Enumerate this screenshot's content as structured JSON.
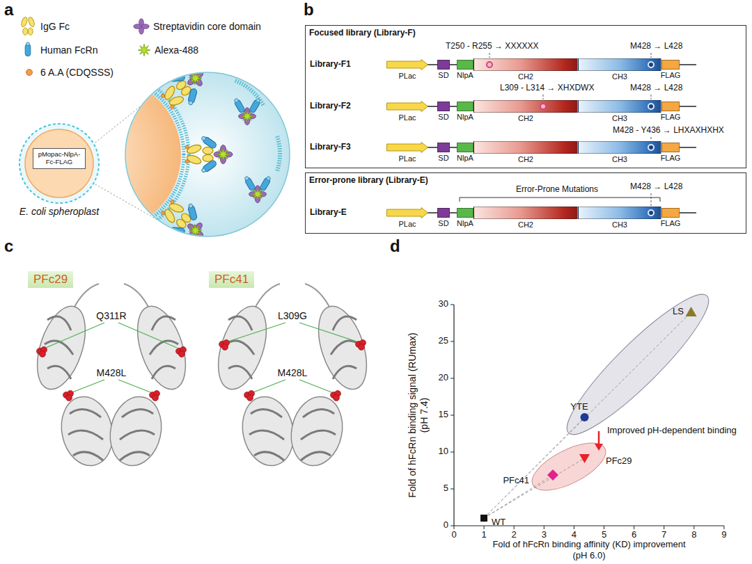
{
  "diagram": {
    "nodes": [
      {
        "text": [
          "E. coli spheroplast"
        ]
      },
      {
        "text": [
          "pMopac-NlpA-Fc-FLAG"
        ],
        "in": 0
      },
      {
        "text": [
          "Focused library (Library-F)"
        ]
      },
      {
        "text": [
          "PLac"
        ],
        "in": 2
      },
      {
        "text": [
          "SD"
        ],
        "in": 2
      },
      {
        "text": [
          "NlpA"
        ],
        "in": 2
      },
      {
        "text": [
          "CH2"
        ],
        "in": 2
      },
      {
        "text": [
          "CH3"
        ],
        "in": 2
      },
      {
        "text": [
          "FLAG"
        ],
        "in": 2
      },
      {
        "text": [
          "PLac"
        ],
        "in": 2
      },
      {
        "text": [
          "SD"
        ],
        "in": 2
      },
      {
        "text": [
          "NlpA"
        ],
        "in": 2
      },
      {
        "text": [
          "CH2"
        ],
        "in": 2
      },
      {
        "text": [
          "CH3"
        ],
        "in": 2
      },
      {
        "text": [
          "FLAG"
        ],
        "in": 2
      },
      {
        "text": [
          "PLac"
        ],
        "in": 2
      },
      {
        "text": [
          "SD"
        ],
        "in": 2
      },
      {
        "text": [
          "NlpA"
        ],
        "in": 2
      },
      {
        "text": [
          "CH2"
        ],
        "in": 2
      },
      {
        "text": [
          "CH3"
        ],
        "in": 2
      },
      {
        "text": [
          "FLAG"
        ],
        "in": 2
      },
      {
        "text": [
          "Error-prone library (Library-E)"
        ]
      },
      {
        "text": [
          "PLac"
        ],
        "in": 21
      },
      {
        "text": [
          "SD"
        ],
        "in": 21
      },
      {
        "text": [
          "NlpA"
        ],
        "in": 21
      },
      {
        "text": [
          "CH2"
        ],
        "in": 21
      },
      {
        "text": [
          "CH3"
        ],
        "in": 21
      },
      {
        "text": [
          "FLAG"
        ],
        "in": 21
      },
      {
        "text": [
          "PFc29"
        ]
      },
      {
        "text": [
          "PFc41"
        ]
      }
    ],
    "labels": [
      "a",
      "b",
      "Library-F1",
      "T250 - R255 → XXXXXX",
      "M428 → L428",
      "Library-F2",
      "L309 - L314 → XHXDWX",
      "M428 → L428",
      "Library-F3",
      "M428 - Y436 → LHXAXHXHX",
      "Library-E",
      "Error-Prone Mutations",
      "M428 → L428",
      "c",
      "Q311R",
      "M428L",
      "L309G",
      "M428L",
      "d",
      "0",
      "5",
      "10",
      "15",
      "20",
      "25",
      "30",
      "0",
      "1",
      "2",
      "3",
      "4",
      "5",
      "6",
      "7",
      "8",
      "9",
      "Fold of hFcRn binding signal (RUmax)",
      "(pH 7.4)",
      "Fold of hFcRn binding affinity (KD) improvement",
      "(pH 6.0)",
      "WT",
      "YTE",
      "LS",
      "PFc29",
      "PFc41",
      "Improved pH-dependent binding"
    ],
    "legend": [
      {
        "text": "IgG Fc"
      },
      {
        "text": "Streptavidin core domain"
      },
      {
        "text": "Human FcRn"
      },
      {
        "text": "Alexa-488"
      },
      {
        "text": "6 A.A (CDQSSS)"
      }
    ]
  }
}
